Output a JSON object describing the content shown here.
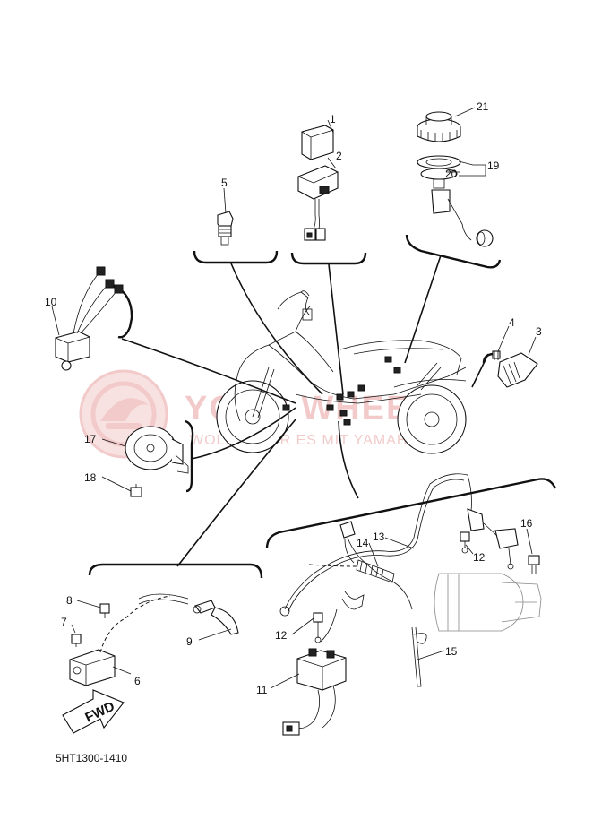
{
  "diagram": {
    "code": "5HT1300-1410",
    "fwd_label": "FWD",
    "watermark": {
      "line1": "YOUR WHEELS",
      "line2": "WOLLEN WIR ES MIT YAMAHA",
      "color": "#e8a0a0"
    },
    "callouts": [
      "1",
      "2",
      "3",
      "4",
      "5",
      "6",
      "7",
      "8",
      "9",
      "10",
      "11",
      "12",
      "12",
      "13",
      "14",
      "15",
      "16",
      "17",
      "18",
      "19",
      "20",
      "21"
    ]
  }
}
